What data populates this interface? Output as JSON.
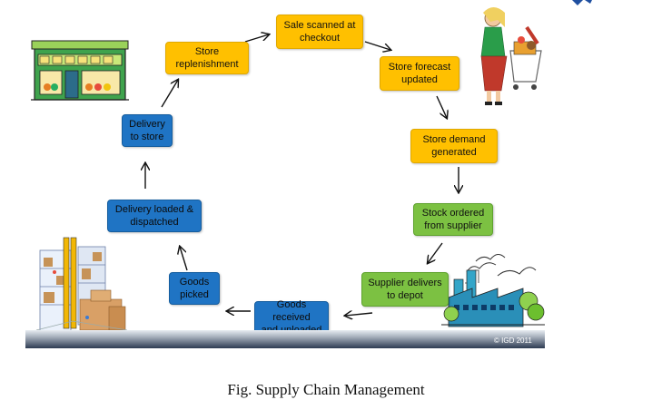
{
  "diagram": {
    "nodes": [
      {
        "id": "sale",
        "label_lines": [
          "Sale scanned at",
          "checkout"
        ],
        "color": "yellow"
      },
      {
        "id": "forecast",
        "label_lines": [
          "Store forecast",
          "updated"
        ],
        "color": "yellow"
      },
      {
        "id": "demand",
        "label_lines": [
          "Store demand",
          "generated"
        ],
        "color": "yellow"
      },
      {
        "id": "stock",
        "label_lines": [
          "Stock ordered",
          "from supplier"
        ],
        "color": "green"
      },
      {
        "id": "supplier",
        "label_lines": [
          "Supplier delivers",
          "to depot"
        ],
        "color": "green"
      },
      {
        "id": "received",
        "label_lines": [
          "Goods received",
          "and unloaded"
        ],
        "color": "blue"
      },
      {
        "id": "picked",
        "label_lines": [
          "Goods",
          "picked"
        ],
        "color": "blue"
      },
      {
        "id": "loaded",
        "label_lines": [
          "Delivery loaded &",
          "dispatched"
        ],
        "color": "blue"
      },
      {
        "id": "delivery",
        "label_lines": [
          "Delivery",
          "to store"
        ],
        "color": "blue"
      },
      {
        "id": "replenish",
        "label_lines": [
          "Store",
          "replenishment"
        ],
        "color": "yellow"
      }
    ],
    "copyright": "© IGD 2011",
    "caption": "Fig. Supply Chain Management",
    "illustrations": [
      "storefront-illustration",
      "shopper-illustration",
      "factory-illustration",
      "warehouse-illustration"
    ],
    "colors": {
      "yellow": "#ffc000",
      "green": "#7cc142",
      "blue": "#1f74c4"
    }
  }
}
